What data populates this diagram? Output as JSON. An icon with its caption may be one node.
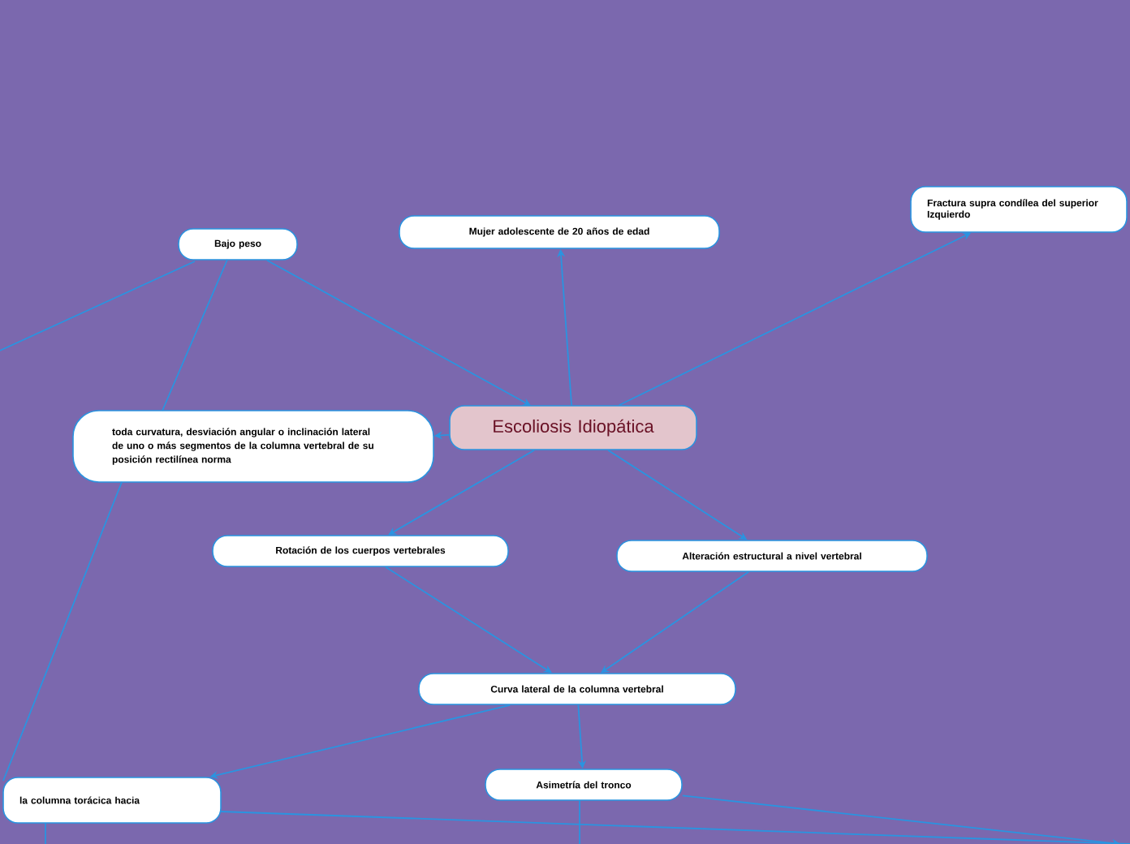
{
  "diagram": {
    "nodes": [
      {
        "text": [
          "Bajo peso"
        ]
      },
      {
        "text": [
          "Mujer adolescente de 20 años de edad"
        ]
      },
      {
        "text": [
          "Fractura supra condílea del superior Izquierdo"
        ]
      },
      {
        "text": [
          "toda curvatura, desviación angular o inclinación lateral de uno o más segmentos de la columna vertebral de su posición rectilínea norma"
        ]
      },
      {
        "text": [
          "Escoliosis Idiopática"
        ]
      },
      {
        "text": [
          "Rotación de los cuerpos vertebrales"
        ]
      },
      {
        "text": [
          "Alteración estructural a nivel vertebral"
        ]
      },
      {
        "text": [
          "Curva lateral de la columna vertebral"
        ]
      },
      {
        "text": [
          "Asimetría del tronco"
        ]
      },
      {
        "text": [
          "la columna torácica hacia"
        ]
      }
    ],
    "edges": [
      {
        "from": 0,
        "to": 4,
        "arrow": "to"
      },
      {
        "from": 0,
        "to": null,
        "arrow": "none"
      },
      {
        "from": 0,
        "to": 3,
        "arrow": "none"
      },
      {
        "from": 3,
        "to": 9,
        "arrow": "none"
      },
      {
        "from": 4,
        "to": 1,
        "arrow": "to"
      },
      {
        "from": 4,
        "to": 2,
        "arrow": "to"
      },
      {
        "from": 4,
        "to": 3,
        "arrow": "to"
      },
      {
        "from": 4,
        "to": 5,
        "arrow": "to"
      },
      {
        "from": 4,
        "to": 6,
        "arrow": "to"
      },
      {
        "from": 5,
        "to": 7,
        "arrow": "to"
      },
      {
        "from": 6,
        "to": 7,
        "arrow": "to"
      },
      {
        "from": 7,
        "to": 9,
        "arrow": "to"
      },
      {
        "from": 7,
        "to": 8,
        "arrow": "to"
      },
      {
        "from": 8,
        "to": null,
        "arrow": "none"
      },
      {
        "from": 8,
        "to": null,
        "arrow": "to"
      },
      {
        "from": 9,
        "to": null,
        "arrow": "none"
      },
      {
        "from": 9,
        "to": null,
        "arrow": "none"
      }
    ]
  }
}
